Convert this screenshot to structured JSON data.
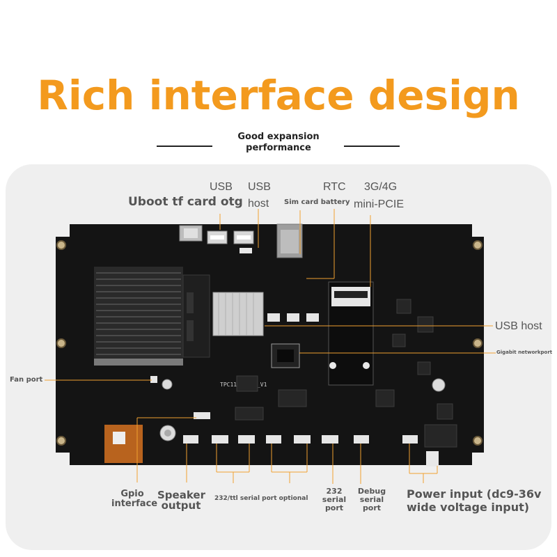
{
  "title": "Rich interface design",
  "subtitle": "Good expansion performance",
  "board_silkscreen": "TPC116-ID16_V1",
  "labels": {
    "uboot": "Uboot tf card otg",
    "usb1_line1": "USB",
    "usb2_line1": "USB",
    "usb2_line2": "host",
    "sim": "Sim card battery",
    "rtc": "RTC",
    "mobile_line1": "3G/4G",
    "mobile_line2": "mini-PCIE",
    "usb_host_right": "USB host",
    "gigabit": "Gigabit networkport",
    "fan": "Fan port",
    "gpio_line1": "Gpio",
    "gpio_line2": "interface",
    "speaker_line1": "Speaker",
    "speaker_line2": "output",
    "serial_optional": "232/ttl serial port optional",
    "rs232_line1": "232",
    "rs232_line2": "serial",
    "rs232_line3": "port",
    "debug_line1": "Debug",
    "debug_line2": "serial",
    "debug_line3": "port",
    "power_line1": "Power input (dc9-36v",
    "power_line2": "wide voltage input)"
  },
  "colors": {
    "accent": "#f39a1e",
    "panel": "#efefef",
    "board": "#141414",
    "leader_line": "#f0a030"
  }
}
